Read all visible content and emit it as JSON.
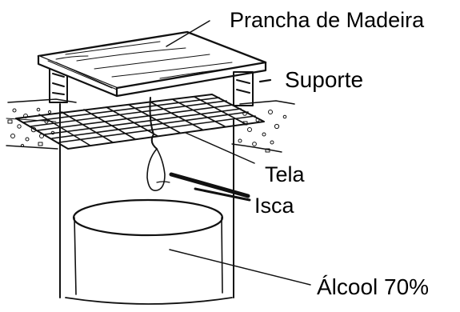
{
  "diagram": {
    "labels": {
      "board": "Prancha de Madeira",
      "support": "Suporte",
      "screen": "Tela",
      "bait": "Isca",
      "alcohol": "Álcool 70%"
    }
  }
}
